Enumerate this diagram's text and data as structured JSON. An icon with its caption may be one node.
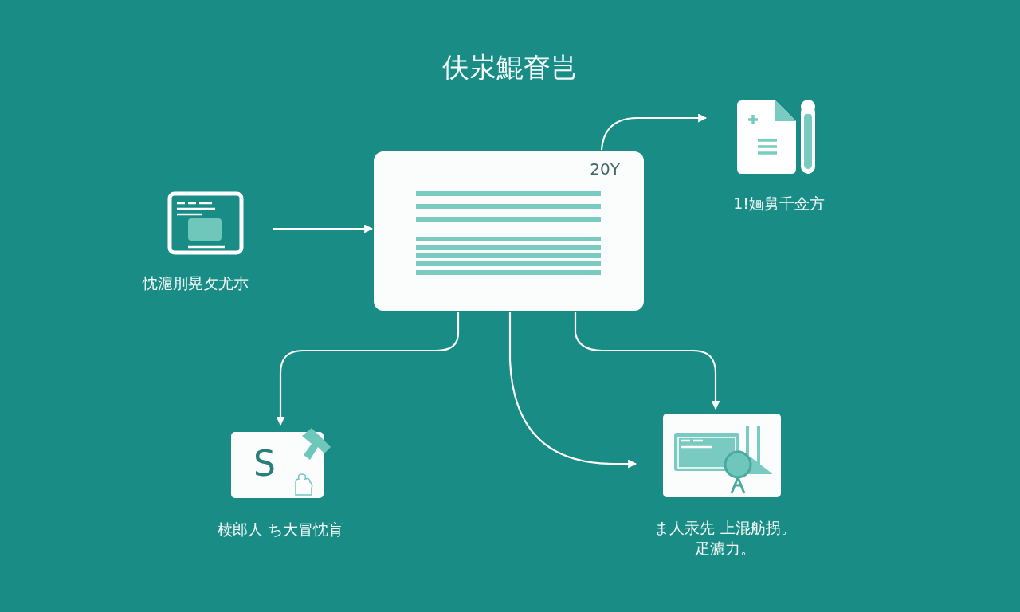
{
  "diagram": {
    "title": "伕汖鯤眘岂",
    "nodes": [
      {
        "text": [
          "忱滬刖晃攵尤朩"
        ]
      },
      {
        "text": [
          "20Y"
        ]
      },
      {
        "text": [
          "1!婳舅千佥方"
        ]
      },
      {
        "text": [
          "S",
          "椟郎人 ち大冒忱肓"
        ]
      },
      {
        "text": [
          "ま人汞先 上混舫拐。疋濾力。"
        ]
      }
    ],
    "edges": [
      {
        "from": 0,
        "to": 1,
        "arrow": "to"
      },
      {
        "from": 1,
        "to": 2,
        "arrow": "to"
      },
      {
        "from": 1,
        "to": 3,
        "arrow": "to"
      },
      {
        "from": 1,
        "to": 4,
        "arrow": "to"
      },
      {
        "from": 1,
        "to": 4,
        "arrow": "to"
      }
    ]
  }
}
